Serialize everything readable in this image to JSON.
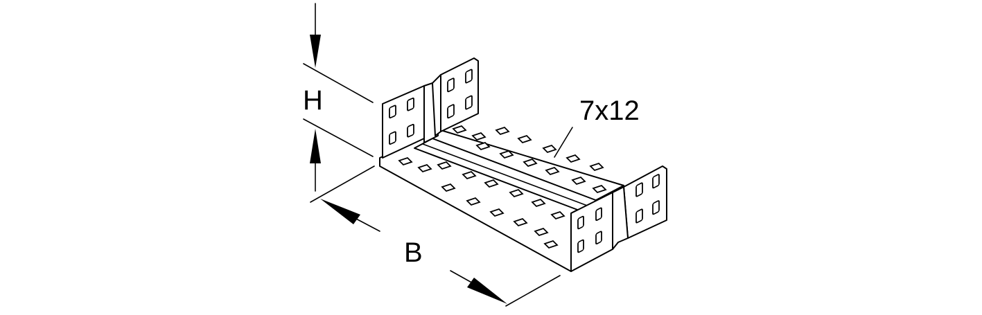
{
  "labels": {
    "height": "H",
    "width": "B",
    "hole_size": "7x12"
  },
  "colors": {
    "line": "#000000",
    "background": "#ffffff"
  }
}
